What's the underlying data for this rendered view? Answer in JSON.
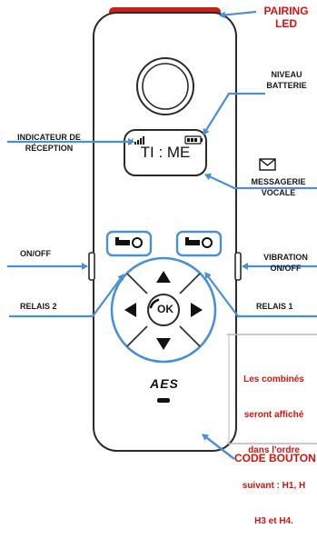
{
  "labels": {
    "pairing_led_line1": "PAIRING",
    "pairing_led_line2": "LED",
    "niveau_line1": "NIVEAU",
    "niveau_line2": "BATTERIE",
    "indicateur_line1": "INDICATEUR DE",
    "indicateur_line2": "RÉCEPTION",
    "messagerie_line1": "MESSAGERIE",
    "messagerie_line2": "VOCALE",
    "on_off": "ON/OFF",
    "vibration_line1": "VIBRATION",
    "vibration_line2": "ON/OFF",
    "relais2": "RELAIS 2",
    "relais1": "RELAIS 1",
    "code_bouton": "CODE BOUTON"
  },
  "screen": {
    "text": "TI : ME"
  },
  "ok_button": {
    "text": "OK"
  },
  "brand": {
    "text": "AES"
  },
  "note": {
    "lines": [
      "Les combinés",
      "seront affiché",
      "dans l'ordre",
      "suivant : H1, H",
      "H3 et H4."
    ]
  },
  "colors": {
    "accent_blue": "#4a90d6",
    "label_red": "#d8140f",
    "led_red": "#c8201a"
  }
}
